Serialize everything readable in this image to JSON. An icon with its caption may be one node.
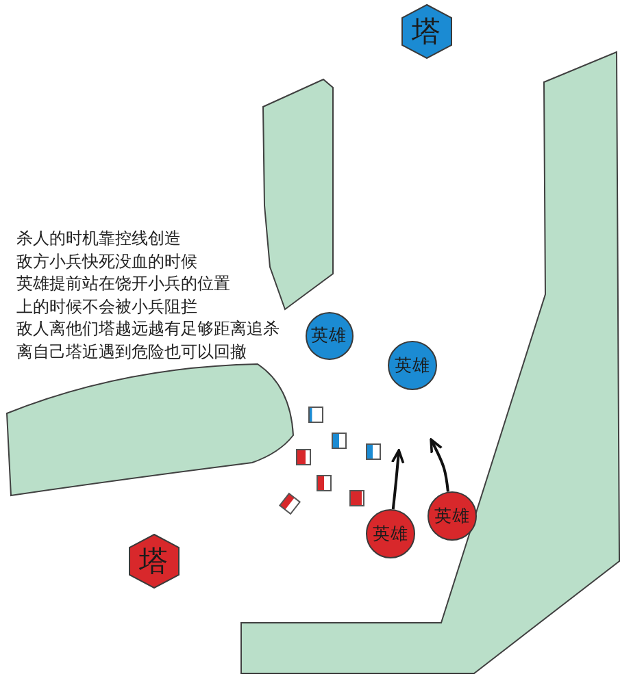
{
  "diagram": {
    "nodes": [
      {
        "text": [
          "塔"
        ]
      },
      {
        "text": [
          "英雄"
        ]
      },
      {
        "text": [
          "英雄"
        ]
      },
      {
        "text": [
          "英雄"
        ]
      },
      {
        "text": [
          "英雄"
        ]
      },
      {
        "text": [
          "塔"
        ]
      }
    ],
    "edges": [
      {
        "from": 4,
        "to": null,
        "arrow": "to"
      },
      {
        "from": 3,
        "to": null,
        "arrow": "to"
      }
    ],
    "labels": [
      "杀人的时机靠控线创造",
      "敌方小兵快死没血的时候",
      "英雄提前站在饶开小兵的位置",
      "上的时候不会被小兵阻拦",
      "敌人离他们塔越远越有足够距离追杀",
      "离自己塔近遇到危险也可以回撤"
    ]
  }
}
